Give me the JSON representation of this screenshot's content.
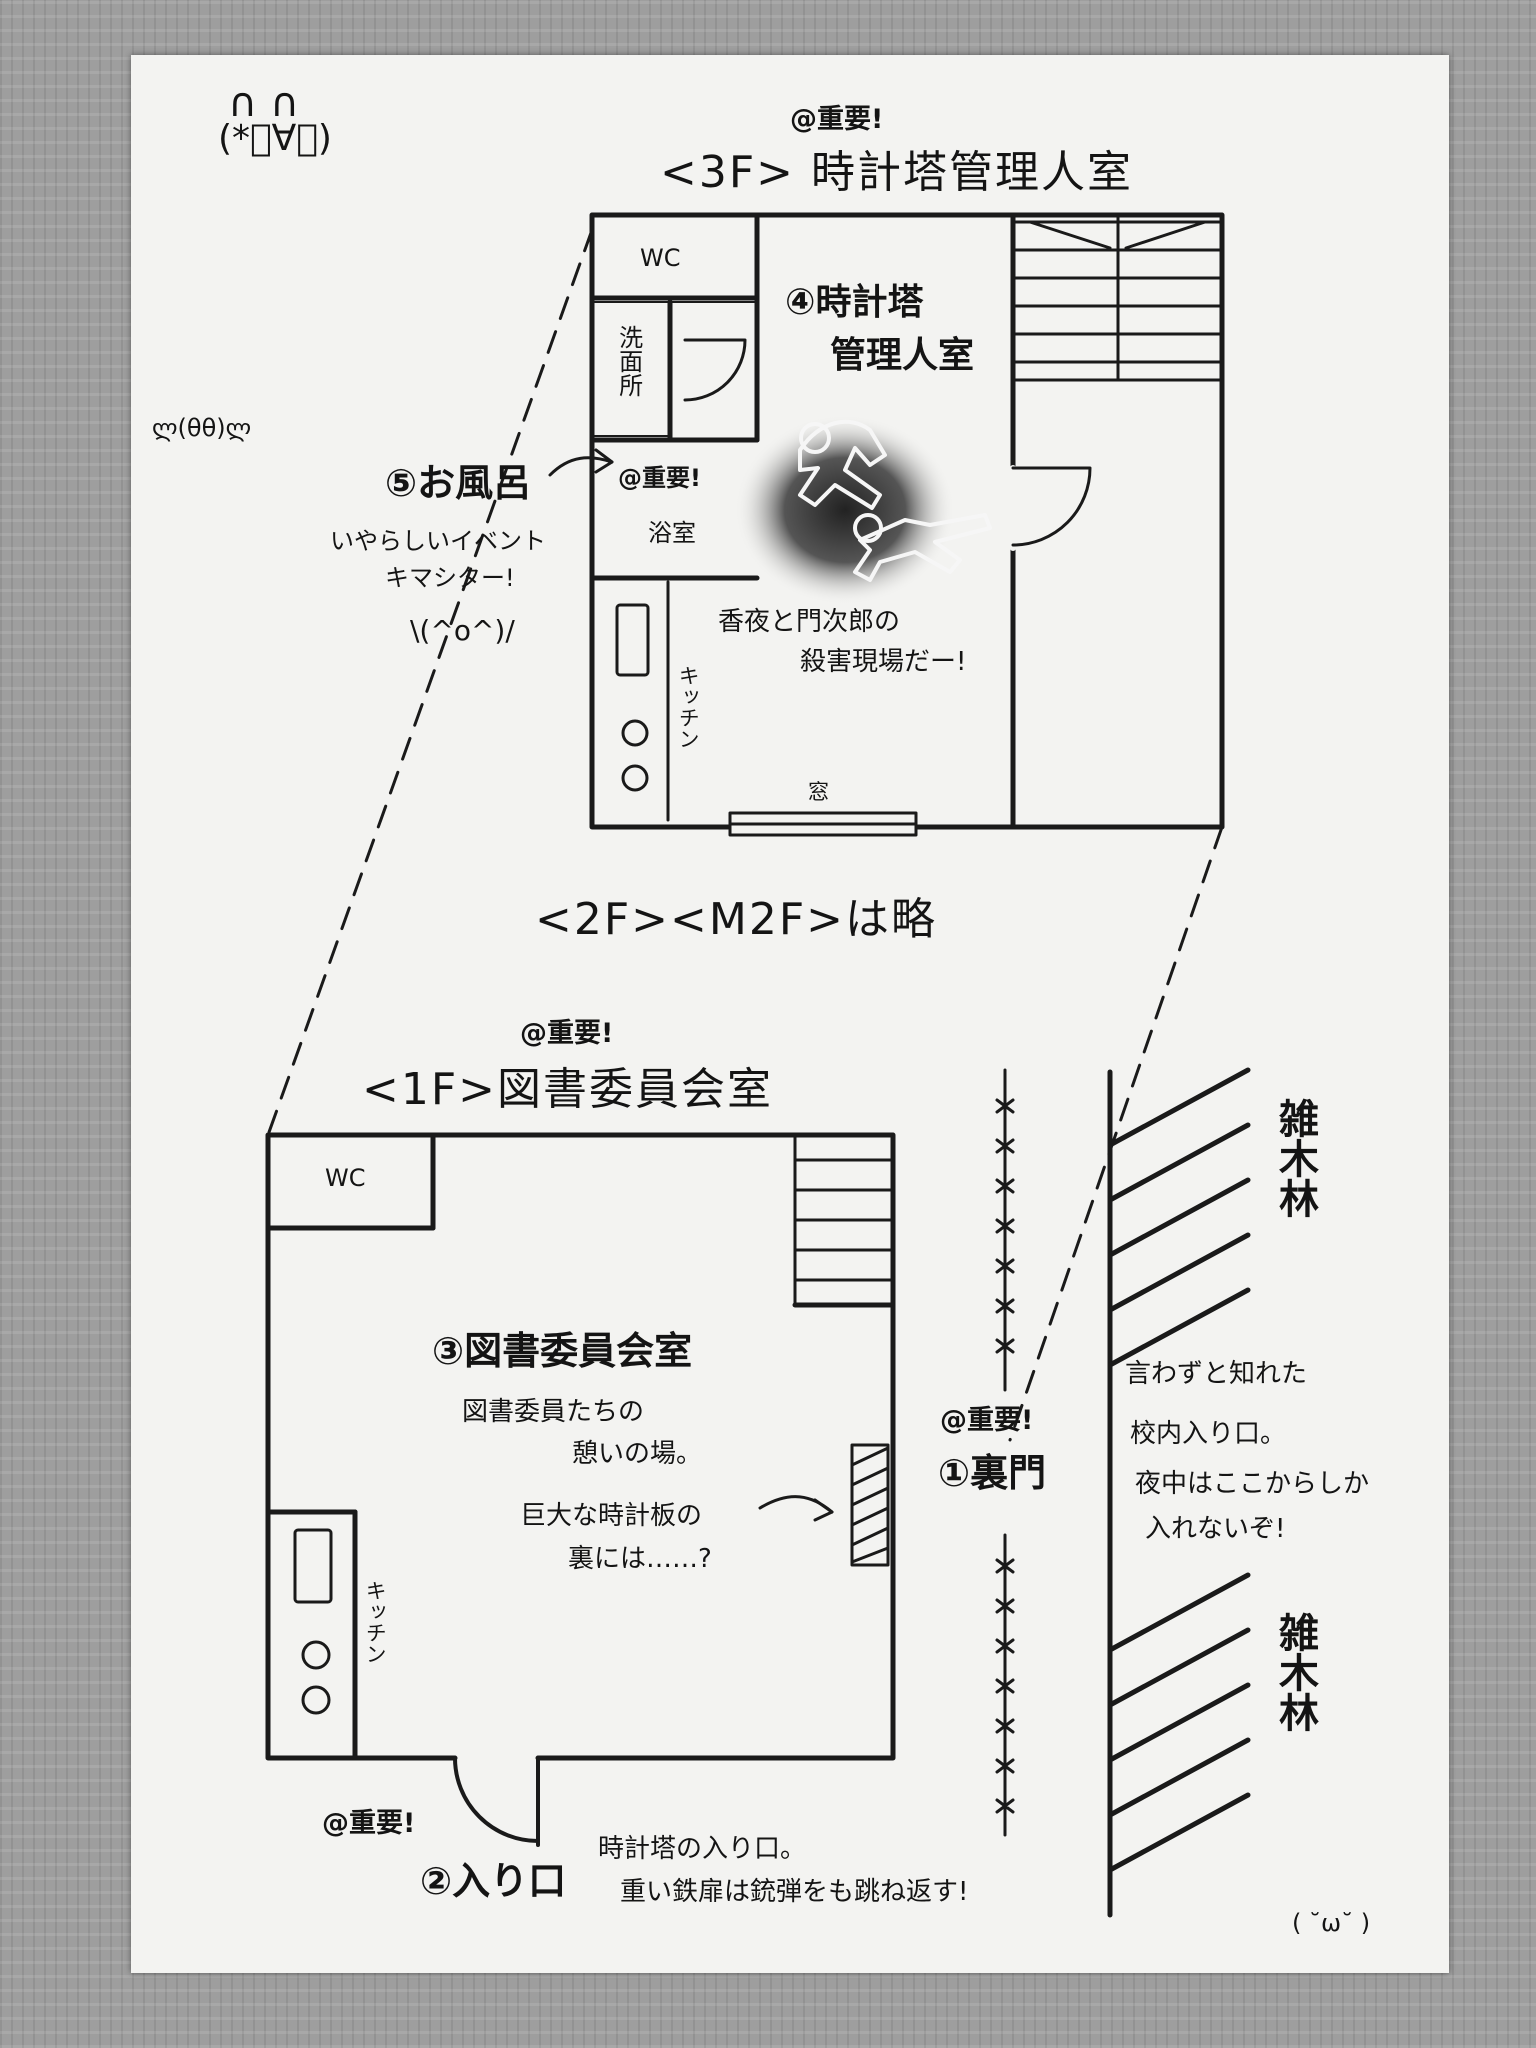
{
  "kaomoji": {
    "top_left_ears": "∩ ∩",
    "top_left_face": "(*ﾟ∀ﾟ)",
    "side": "ლ(θθ)ლ",
    "banzai": "\\(^o^)/",
    "bottom_right": "( ˘ω˘ )"
  },
  "floor3": {
    "important": "@重要!",
    "title": "<3F> 時計塔管理人室",
    "wc": "WC",
    "washroom": "洗面所",
    "bath_important": "@重要!",
    "bath": "浴室",
    "room_line1": "④時計塔",
    "room_line2": "管理人室",
    "crime_line1": "香夜と門次郎の",
    "crime_line2": "殺害現場だー!",
    "kitchen": "キッチン",
    "window": "窓"
  },
  "bath_callout": {
    "label": "⑤お風呂",
    "line1": "いやらしいイベント",
    "line2": "キマシター!"
  },
  "skipped_floors": "<2F><M2F>は略",
  "floor1": {
    "important": "@重要!",
    "title": "<1F>図書委員会室",
    "wc": "WC",
    "room": "③図書委員会室",
    "desc_line1": "図書委員たちの",
    "desc_line2": "憩いの場。",
    "clock_line1": "巨大な時計板の",
    "clock_line2": "裏には……?",
    "kitchen": "キッチン"
  },
  "entrance": {
    "important": "@重要!",
    "label": "②入り口",
    "line1": "時計塔の入り口。",
    "line2": "重い鉄扉は銃弾をも跳ね返す!"
  },
  "back_gate": {
    "important": "@重要!",
    "label": "①裏門",
    "line1": "言わずと知れた",
    "line2": "校内入り口。",
    "line3": "夜中はここからしか",
    "line4": "入れないぞ!"
  },
  "woods": {
    "upper": "雑木林",
    "lower": "雑木林"
  }
}
